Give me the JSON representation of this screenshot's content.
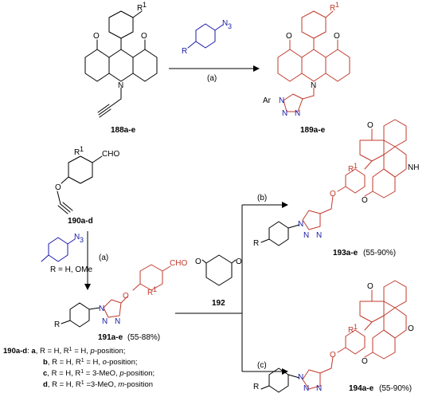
{
  "compounds": {
    "c188": {
      "label": "188a-e",
      "atoms": {
        "r1": "R",
        "r1sup": "1",
        "o1": "O",
        "o2": "O",
        "n": "N"
      }
    },
    "azide": {
      "r": "R",
      "n3": "N",
      "n3sub": "3"
    },
    "c189": {
      "label": "189a-e",
      "atoms": {
        "r1": "R",
        "r1sup": "1",
        "o1": "O",
        "o2": "O",
        "n": "N",
        "ar": "Ar",
        "n1": "N",
        "n2": "N",
        "n3": "N"
      }
    },
    "c190": {
      "label": "190a-d",
      "atoms": {
        "r1": "R",
        "r1sup": "1",
        "cho": "CHO",
        "o": "O"
      }
    },
    "azide2": {
      "n3": "N",
      "n3sub": "3",
      "r": "R = H, OMe"
    },
    "c191": {
      "label": "191a-e",
      "yield": "(55-88%)",
      "atoms": {
        "cho": "CHO",
        "r1": "R",
        "r1sup": "1",
        "o": "O",
        "r": "R",
        "n1": "N",
        "n2": "N",
        "n3": "N"
      }
    },
    "c192": {
      "label": "192",
      "atoms": {
        "o1": "O",
        "o2": "O"
      }
    },
    "c193": {
      "label": "193a-e",
      "yield": "(55-90%)",
      "atoms": {
        "nh": "NH",
        "r1": "R",
        "r1sup": "1",
        "o1": "O",
        "o2": "O",
        "o3": "O",
        "r": "R",
        "n1": "N",
        "n2": "N",
        "n3": "N"
      }
    },
    "c194": {
      "label": "194a-e",
      "yield": "(55-90%)",
      "atoms": {
        "o1": "O",
        "r1": "R",
        "r1sup": "1",
        "o2": "O",
        "o3": "O",
        "o4": "O",
        "r": "R",
        "n1": "N",
        "n2": "N",
        "n3": "N"
      }
    }
  },
  "conditions": {
    "a1": "(a)",
    "a2": "(a)",
    "b": "(b)",
    "c": "(c)"
  },
  "footnote": {
    "head": "190a-d",
    "lines": [
      {
        "key": "a",
        "text": ", R = H, R",
        "sup": "1",
        "rest": " = H, ",
        "pos": "p",
        "end": "-position;"
      },
      {
        "key": "b",
        "text": ", R = H, R",
        "sup": "1",
        "rest": " = H, ",
        "pos": "o",
        "end": "-position;"
      },
      {
        "key": "c",
        "text": ", R = H, R",
        "sup": "1",
        "rest": " = 3-MeO, ",
        "pos": "p",
        "end": "-position;"
      },
      {
        "key": "d",
        "text": ", R = H, R",
        "sup": "1",
        "rest": " =3-MeO, ",
        "pos": "m",
        "end": "-position"
      }
    ]
  },
  "colors": {
    "black": "#000000",
    "red": "#c0392b",
    "blue": "#1a1aa8"
  }
}
